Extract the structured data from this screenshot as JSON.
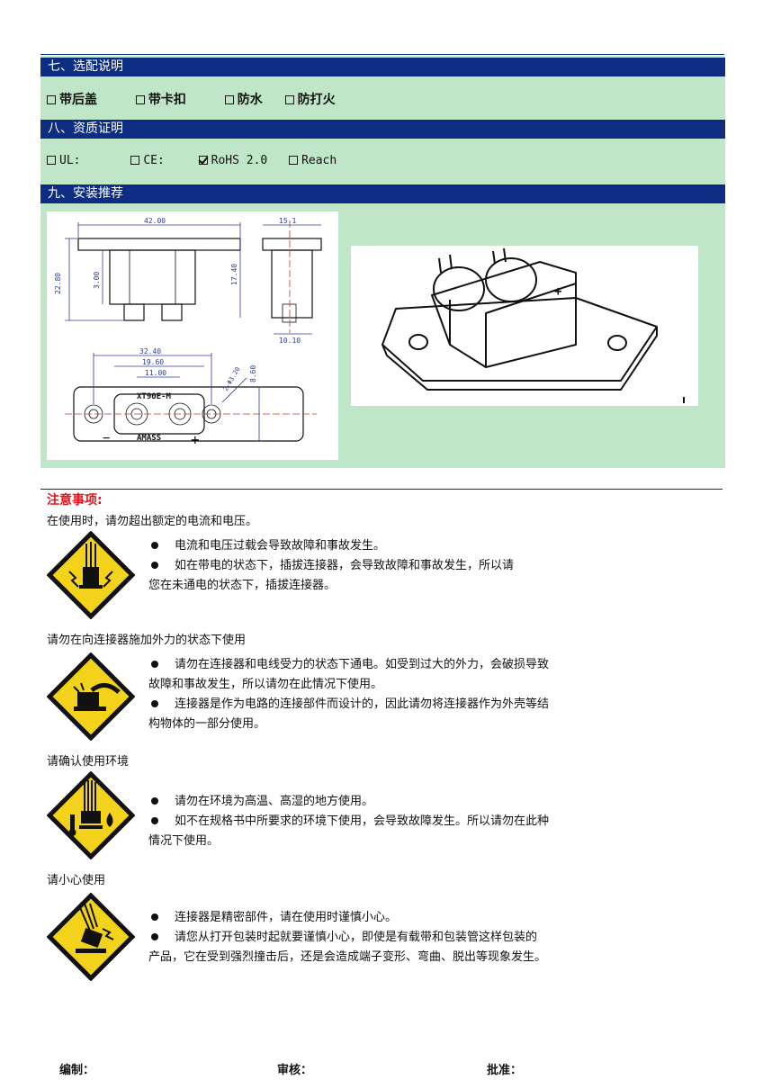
{
  "sections": {
    "options": {
      "title": "七、选配说明",
      "items": [
        {
          "label": "带后盖",
          "checked": false
        },
        {
          "label": "带卡扣",
          "checked": false
        },
        {
          "label": "防水",
          "checked": false
        },
        {
          "label": "防打火",
          "checked": false
        }
      ]
    },
    "certs": {
      "title": "八、资质证明",
      "items": [
        {
          "label": "UL:",
          "checked": false
        },
        {
          "label": "CE:",
          "checked": false
        },
        {
          "label": "RoHS 2.0",
          "checked": true
        },
        {
          "label": "Reach",
          "checked": false
        }
      ]
    },
    "install": {
      "title": "九、安装推荐",
      "dims": {
        "top_width": "42.00",
        "side_width": "15.1",
        "height_total": "22.80",
        "pin_height": "3.00",
        "side_height": "17.40",
        "side_base": "10.10",
        "bottom_w1": "32.40",
        "bottom_w2": "19.60",
        "bottom_w3": "11.00",
        "hole_dia": "2-Φ3.20",
        "bottom_h": "8.60",
        "model_text": "XT90E-M",
        "brand_text": "AMASS",
        "minus": "−",
        "plus": "+"
      }
    }
  },
  "notice": {
    "title": "注意事项:",
    "groups": [
      {
        "heading": "在使用时，请勿超出额定的电流和电压。",
        "lines": [
          {
            "bullet": true,
            "text": "电流和电压过载会导致故障和事故发生。"
          },
          {
            "bullet": true,
            "text": "如在带电的状态下，插拔连接器，会导致故障和事故发生，所以请"
          },
          {
            "bullet": false,
            "text": "您在未通电的状态下，插拔连接器。"
          }
        ]
      },
      {
        "heading": "请勿在向连接器施加外力的状态下使用",
        "lines": [
          {
            "bullet": true,
            "text": "请勿在连接器和电线受力的状态下通电。如受到过大的外力，会破损导致"
          },
          {
            "bullet": false,
            "text": "故障和事故发生，所以请勿在此情况下使用。"
          },
          {
            "bullet": true,
            "text": "连接器是作为电路的连接部件而设计的，因此请勿将连接器作为外壳等结"
          },
          {
            "bullet": false,
            "text": "构物体的一部分使用。"
          }
        ]
      },
      {
        "heading": "请确认使用环境",
        "lines": [
          {
            "bullet": true,
            "text": "请勿在环境为高温、高湿的地方使用。"
          },
          {
            "bullet": true,
            "text": "如不在规格书中所要求的环境下使用，会导致故障发生。所以请勿在此种"
          },
          {
            "bullet": false,
            "text": "情况下使用。"
          }
        ]
      },
      {
        "heading": "请小心使用",
        "lines": [
          {
            "bullet": true,
            "text": "连接器是精密部件，请在使用时谨慎小心。"
          },
          {
            "bullet": true,
            "text": "请您从打开包装时起就要谨慎小心，即使是有载带和包装管这样包装的"
          },
          {
            "bullet": false,
            "text": "产品，它在受到强烈撞击后，还是会造成端子变形、弯曲、脱出等现象发生。"
          }
        ]
      }
    ]
  },
  "footer": {
    "editor": "编制：",
    "reviewer": "审核：",
    "approver": "批准："
  },
  "colors": {
    "header_bg": "#0c2d82",
    "panel_bg": "#bfe6c6",
    "notice_red": "#e0141e",
    "warning_yellow": "#f2d21a"
  }
}
